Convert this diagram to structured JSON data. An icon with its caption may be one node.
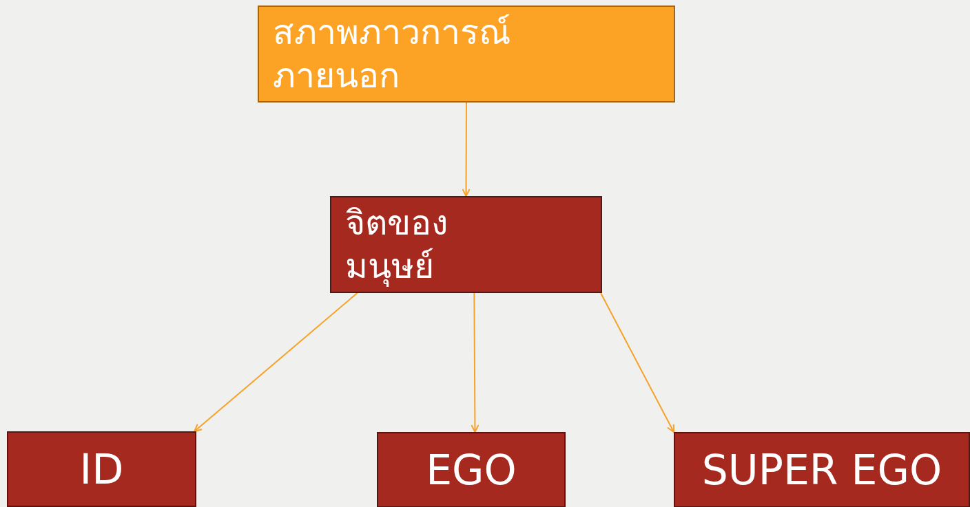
{
  "diagram": {
    "nodes": [
      {
        "text": [
          "สภาพภาวการณ์ภายนอก"
        ]
      },
      {
        "text": [
          "จิตของมนุษย์"
        ]
      },
      {
        "text": [
          "ID"
        ]
      },
      {
        "text": [
          "EGO"
        ]
      },
      {
        "text": [
          "SUPER EGO"
        ]
      }
    ],
    "edges": [
      {
        "from": 0,
        "to": 1,
        "arrow": "to"
      },
      {
        "from": 1,
        "to": 2,
        "arrow": "to"
      },
      {
        "from": 1,
        "to": 3,
        "arrow": "to"
      },
      {
        "from": 1,
        "to": 4,
        "arrow": "to"
      }
    ]
  }
}
